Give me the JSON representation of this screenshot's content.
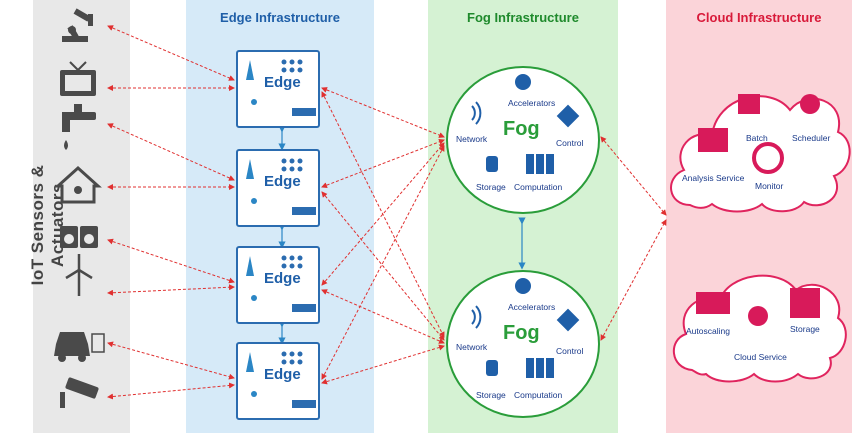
{
  "side_label": "IoT Sensors & Actuators",
  "columns": {
    "edge": "Edge Infrastructure",
    "fog": "Fog Infrastructure",
    "cloud": "Cloud Infrastructure"
  },
  "edge_nodes": [
    "Edge",
    "Edge",
    "Edge",
    "Edge"
  ],
  "fog_nodes": [
    {
      "title": "Fog",
      "accelerators": "Accelerators",
      "network": "Network",
      "control": "Control",
      "storage": "Storage",
      "computation": "Computation"
    },
    {
      "title": "Fog",
      "accelerators": "Accelerators",
      "network": "Network",
      "control": "Control",
      "storage": "Storage",
      "computation": "Computation"
    }
  ],
  "cloud_top": {
    "batch": "Batch",
    "scheduler": "Scheduler",
    "analysis": "Analysis Service",
    "monitor": "Monitor"
  },
  "cloud_bottom": {
    "autoscaling": "Autoscaling",
    "storage": "Storage",
    "service": "Cloud Service"
  },
  "iot_devices": [
    "robot-arm-icon",
    "tv-icon",
    "faucet-icon",
    "smart-home-icon",
    "washing-machine-icon",
    "wind-turbine-icon",
    "car-icon",
    "security-camera-icon"
  ],
  "colors": {
    "edge": "#1f5fa8",
    "fog": "#2a9d3a",
    "cloud": "#d81a3a",
    "link": "#e03030"
  }
}
